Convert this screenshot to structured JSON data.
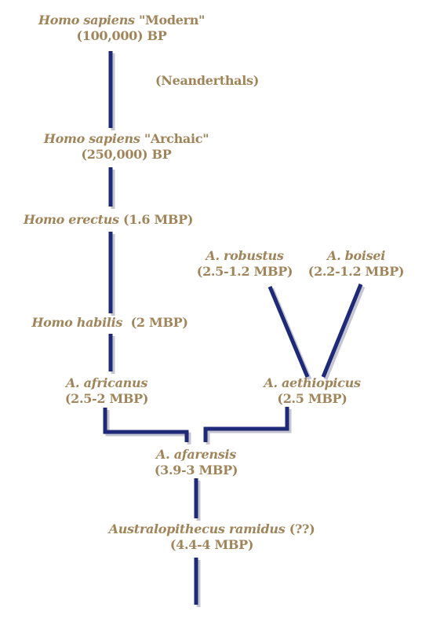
{
  "nodes": {
    "sapiens_modern": {
      "species": "Homo sapiens",
      "note": " \"Modern\"",
      "date": "(100,000) BP"
    },
    "neanderthals": {
      "label": "(Neanderthals)"
    },
    "sapiens_archaic": {
      "species": "Homo sapiens",
      "note": " \"Archaic\"",
      "date": "(250,000) BP"
    },
    "erectus": {
      "species": "Homo erectus",
      "date": " (1.6 MBP)"
    },
    "robustus": {
      "species": "A. robustus",
      "date": "(2.5-1.2 MBP)"
    },
    "boisei": {
      "species": "A. boisei",
      "date": "(2.2-1.2 MBP)"
    },
    "habilis": {
      "species": "Homo habilis",
      "date": "  (2 MBP)"
    },
    "africanus": {
      "species": "A. africanus",
      "date": "(2.5-2 MBP)"
    },
    "aethiopicus": {
      "species": "A. aethiopicus",
      "date": "(2.5 MBP)"
    },
    "afarensis": {
      "species": "A. afarensis",
      "date": "(3.9-3 MBP)"
    },
    "ramidus": {
      "species": "Australopithecus ramidus",
      "note": " (??)",
      "date": "(4.4-4 MBP)"
    }
  },
  "colors": {
    "label": "#a0845a",
    "branch": "#1e2a78",
    "shadow": "#7f7f9a",
    "background": "#ffffff"
  }
}
